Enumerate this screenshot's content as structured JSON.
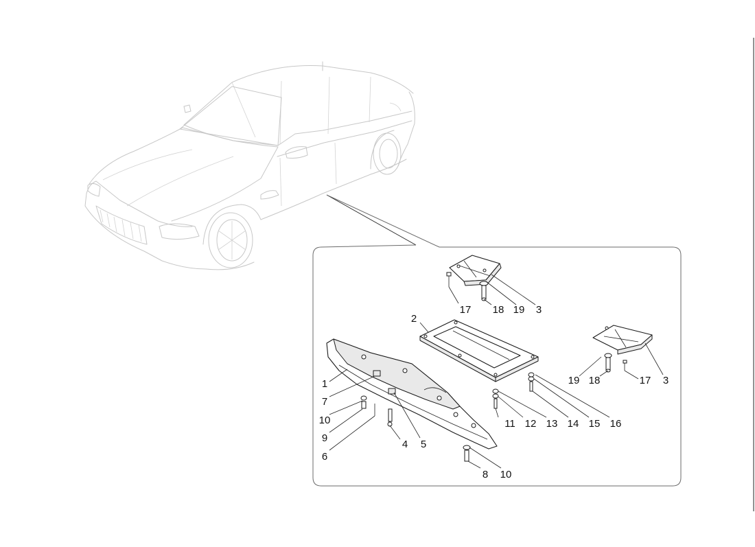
{
  "callouts": {
    "c1": "1",
    "c2": "2",
    "c3a": "3",
    "c3b": "3",
    "c4": "4",
    "c5": "5",
    "c6": "6",
    "c7": "7",
    "c8": "8",
    "c9": "9",
    "c10a": "10",
    "c10b": "10",
    "c11": "11",
    "c12": "12",
    "c13": "13",
    "c14": "14",
    "c15": "15",
    "c16": "16",
    "c17a": "17",
    "c17b": "17",
    "c18a": "18",
    "c18b": "18",
    "c19a": "19",
    "c19b": "19"
  }
}
